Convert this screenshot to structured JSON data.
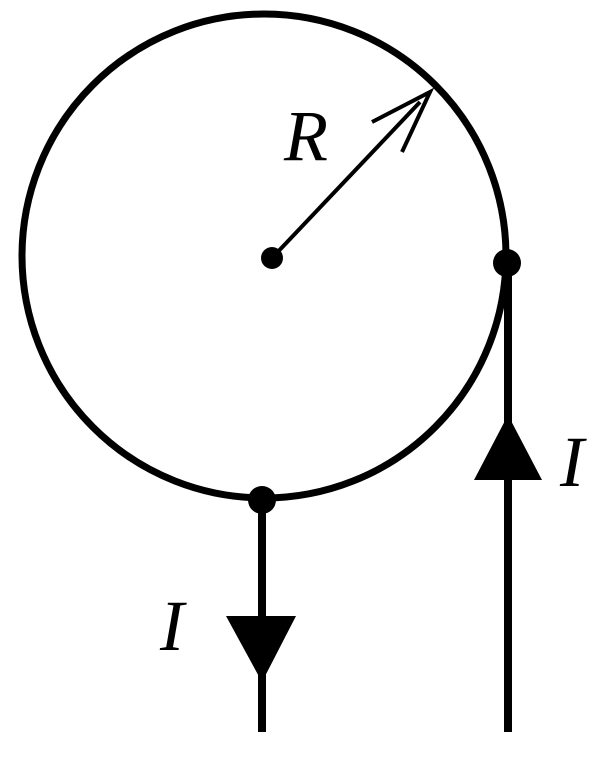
{
  "diagram": {
    "radius_label": "R",
    "current_label_left": "I",
    "current_label_right": "I",
    "stroke_color": "#000000",
    "background_color": "#ffffff"
  }
}
